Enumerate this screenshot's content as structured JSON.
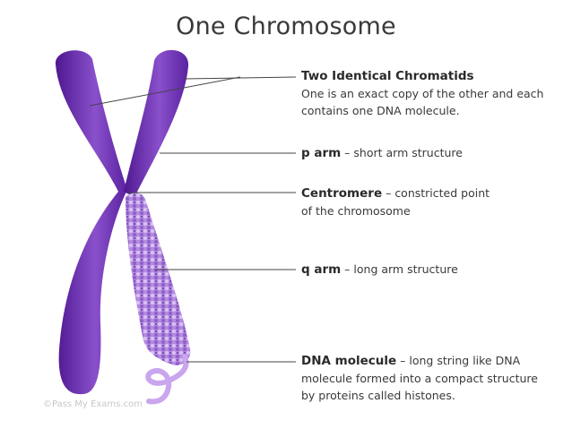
{
  "title": "One Chromosome",
  "labels": [
    {
      "id": "chromatids",
      "term": "Two Identical Chromatids",
      "desc": "One is an exact copy of the other and each contains one DNA molecule.",
      "line1": "One is an exact copy of the other and each",
      "line2": "contains one DNA molecule."
    },
    {
      "id": "p-arm",
      "term": "p arm",
      "sep": " – ",
      "desc": "short arm structure"
    },
    {
      "id": "centromere",
      "term": "Centromere",
      "sep": " – ",
      "desc_line1": "constricted point",
      "desc_line2": "of the chromosome"
    },
    {
      "id": "q-arm",
      "term": "q arm",
      "sep": " – ",
      "desc": "long arm structure"
    },
    {
      "id": "dna",
      "term": "DNA molecule",
      "sep": " – ",
      "desc_line1": "long string like DNA",
      "desc_line2": "molecule formed into a compact structure",
      "desc_line3": "by proteins called histones."
    }
  ],
  "credit": "©Pass My Exams.com",
  "colors": {
    "chromosome_dark": "#5a1fa0",
    "chromosome_mid": "#7a3cc0",
    "chromosome_light": "#b48ae0",
    "dna": "#c9a6ee",
    "leader_line": "#444444"
  }
}
